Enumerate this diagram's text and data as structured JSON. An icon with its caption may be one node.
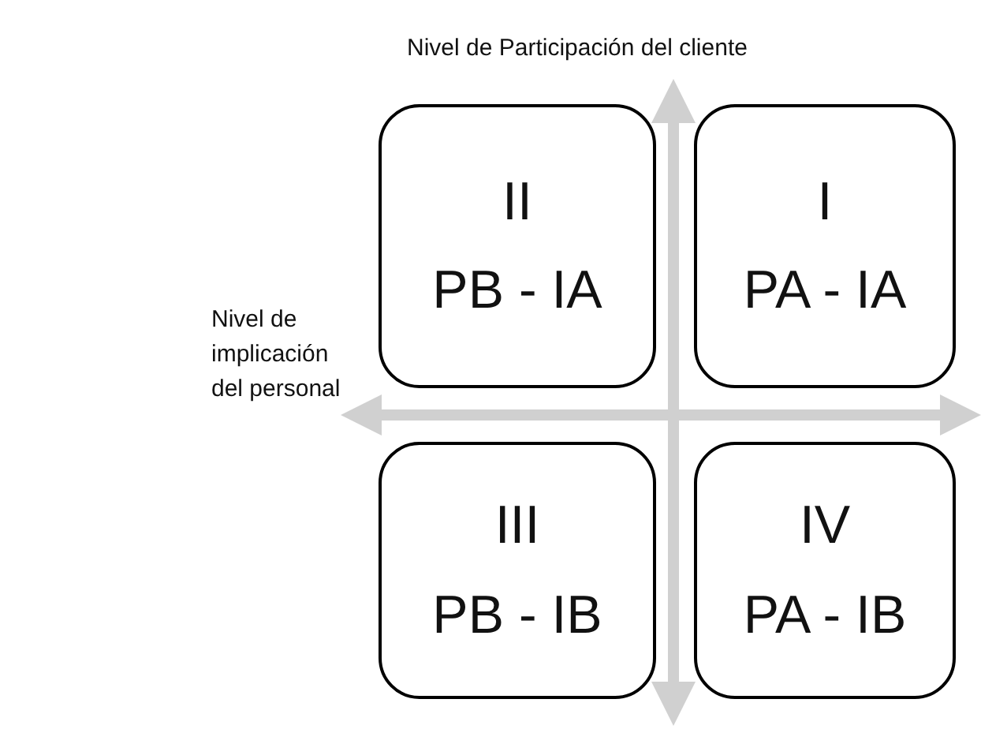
{
  "diagram": {
    "nodes": [
      {
        "text": [
          "II",
          "PB - IA"
        ]
      },
      {
        "text": [
          "I",
          "PA - IA"
        ]
      },
      {
        "text": [
          "III",
          "PB - IB"
        ]
      },
      {
        "text": [
          "IV",
          "PA - IB"
        ]
      }
    ],
    "labels": [
      "Nivel de Participación del cliente",
      "Nivel de implicación del personal"
    ]
  }
}
